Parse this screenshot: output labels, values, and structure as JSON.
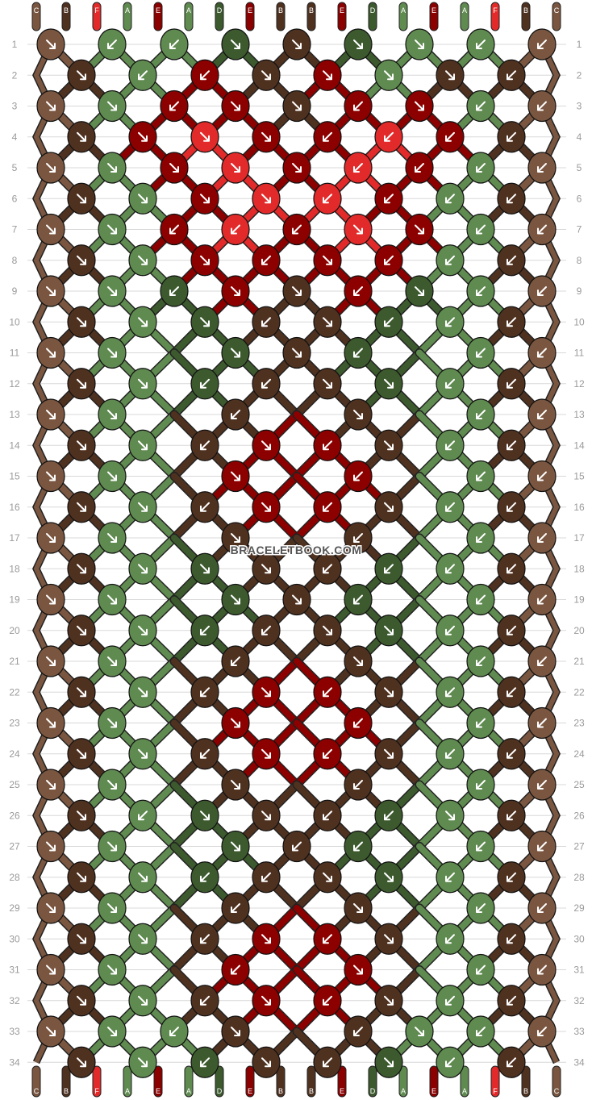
{
  "watermark": "BRACELETBOOK.COM",
  "colors": {
    "A": "#5f8a50",
    "B": "#4f3120",
    "C": "#7a5640",
    "D": "#3c5a2e",
    "E": "#8c0000",
    "F": "#e22a2a"
  },
  "strands_top": [
    "C",
    "B",
    "F",
    "A",
    "E",
    "A",
    "D",
    "E",
    "B",
    "B",
    "E",
    "D",
    "A",
    "E",
    "A",
    "F",
    "B",
    "C"
  ],
  "strands_bottom": [
    "C",
    "B",
    "F",
    "A",
    "E",
    "A",
    "D",
    "E",
    "B",
    "B",
    "E",
    "D",
    "A",
    "E",
    "A",
    "F",
    "B",
    "C"
  ],
  "row_numbers": [
    "1",
    "2",
    "3",
    "4",
    "5",
    "6",
    "7",
    "8",
    "9",
    "10",
    "11",
    "12",
    "13",
    "14",
    "15",
    "16",
    "17",
    "18",
    "19",
    "20",
    "21",
    "22",
    "23",
    "24",
    "25",
    "26",
    "27",
    "28",
    "29",
    "30",
    "31",
    "32",
    "33",
    "34"
  ],
  "knot_rows": [
    [
      "C",
      "A",
      "A",
      "D",
      "B",
      "D",
      "A",
      "A",
      "C"
    ],
    [
      "B",
      "A",
      "E",
      "B",
      "E",
      "A",
      "B",
      "B"
    ],
    [
      "C",
      "A",
      "E",
      "E",
      "B",
      "E",
      "E",
      "A",
      "C"
    ],
    [
      "B",
      "E",
      "F",
      "E",
      "E",
      "F",
      "E",
      "B"
    ],
    [
      "C",
      "A",
      "E",
      "F",
      "E",
      "F",
      "E",
      "A",
      "C"
    ],
    [
      "B",
      "A",
      "E",
      "F",
      "F",
      "E",
      "A",
      "B"
    ],
    [
      "C",
      "A",
      "E",
      "F",
      "E",
      "F",
      "E",
      "A",
      "C"
    ],
    [
      "B",
      "A",
      "E",
      "E",
      "E",
      "E",
      "A",
      "B"
    ],
    [
      "C",
      "A",
      "D",
      "E",
      "B",
      "E",
      "D",
      "A",
      "C"
    ],
    [
      "B",
      "A",
      "D",
      "B",
      "B",
      "D",
      "A",
      "B"
    ],
    [
      "C",
      "A",
      "_",
      "D",
      "B",
      "D",
      "_",
      "A",
      "C"
    ],
    [
      "B",
      "A",
      "D",
      "B",
      "B",
      "D",
      "A",
      "B"
    ],
    [
      "C",
      "A",
      "_",
      "B",
      "_",
      "B",
      "_",
      "A",
      "C"
    ],
    [
      "B",
      "A",
      "B",
      "E",
      "E",
      "B",
      "A",
      "B"
    ],
    [
      "C",
      "A",
      "_",
      "E",
      "_",
      "E",
      "_",
      "A",
      "C"
    ],
    [
      "B",
      "A",
      "B",
      "E",
      "E",
      "B",
      "A",
      "B"
    ],
    [
      "C",
      "A",
      "_",
      "B",
      "_",
      "B",
      "_",
      "A",
      "C"
    ],
    [
      "B",
      "A",
      "D",
      "B",
      "B",
      "D",
      "A",
      "B"
    ],
    [
      "C",
      "A",
      "_",
      "D",
      "B",
      "D",
      "_",
      "A",
      "C"
    ],
    [
      "B",
      "A",
      "D",
      "B",
      "B",
      "D",
      "A",
      "B"
    ],
    [
      "C",
      "A",
      "_",
      "B",
      "_",
      "B",
      "_",
      "A",
      "C"
    ],
    [
      "B",
      "A",
      "B",
      "E",
      "E",
      "B",
      "A",
      "B"
    ],
    [
      "C",
      "A",
      "_",
      "E",
      "_",
      "E",
      "_",
      "A",
      "C"
    ],
    [
      "B",
      "A",
      "B",
      "E",
      "E",
      "B",
      "A",
      "B"
    ],
    [
      "C",
      "A",
      "_",
      "B",
      "_",
      "B",
      "_",
      "A",
      "C"
    ],
    [
      "B",
      "A",
      "D",
      "B",
      "B",
      "D",
      "A",
      "B"
    ],
    [
      "C",
      "A",
      "_",
      "D",
      "B",
      "D",
      "_",
      "A",
      "C"
    ],
    [
      "B",
      "A",
      "D",
      "B",
      "B",
      "D",
      "A",
      "B"
    ],
    [
      "C",
      "A",
      "_",
      "B",
      "_",
      "B",
      "_",
      "A",
      "C"
    ],
    [
      "B",
      "A",
      "B",
      "E",
      "E",
      "B",
      "A",
      "B"
    ],
    [
      "C",
      "A",
      "_",
      "E",
      "_",
      "E",
      "_",
      "A",
      "C"
    ],
    [
      "B",
      "A",
      "B",
      "E",
      "E",
      "B",
      "A",
      "B"
    ],
    [
      "C",
      "A",
      "A",
      "B",
      "_",
      "B",
      "A",
      "A",
      "C"
    ],
    [
      "B",
      "A",
      "D",
      "B",
      "B",
      "D",
      "A",
      "B"
    ]
  ],
  "knot_arrows": [
    [
      "dr",
      "dl",
      "dl",
      "dr",
      "dr",
      "dr",
      "dr",
      "dl",
      "dl"
    ],
    [
      "dr",
      "dl",
      "dl",
      "dr",
      "dr",
      "dr",
      "dr",
      "dl"
    ],
    [
      "dr",
      "dr",
      "dl",
      "dr",
      "dr",
      "dl",
      "dr",
      "dl",
      "dl"
    ],
    [
      "dr",
      "dr",
      "dr",
      "dr",
      "dl",
      "dl",
      "dl",
      "dl"
    ],
    [
      "dr",
      "dr",
      "dr",
      "dr",
      "dr",
      "dl",
      "dl",
      "dl",
      "dl"
    ],
    [
      "dr",
      "dr",
      "dr",
      "dr",
      "dl",
      "dl",
      "dl",
      "dl"
    ],
    [
      "dr",
      "dr",
      "dl",
      "dl",
      "dl",
      "dr",
      "dr",
      "dl",
      "dl"
    ],
    [
      "dr",
      "dr",
      "dr",
      "dl",
      "dr",
      "dl",
      "dl",
      "dl"
    ],
    [
      "dr",
      "dr",
      "dl",
      "dr",
      "dr",
      "dl",
      "dr",
      "dl",
      "dl"
    ],
    [
      "dr",
      "dr",
      "dr",
      "dl",
      "dr",
      "dl",
      "dl",
      "dl"
    ],
    [
      "dr",
      "dr",
      "_",
      "dr",
      "dr",
      "dl",
      "_",
      "dl",
      "dl"
    ],
    [
      "dr",
      "dr",
      "dl",
      "dl",
      "dr",
      "dr",
      "dl",
      "dl"
    ],
    [
      "dr",
      "dr",
      "_",
      "dl",
      "_",
      "dr",
      "_",
      "dl",
      "dl"
    ],
    [
      "dr",
      "dr",
      "dl",
      "dr",
      "dl",
      "dr",
      "dl",
      "dl"
    ],
    [
      "dr",
      "dr",
      "_",
      "dr",
      "_",
      "dl",
      "_",
      "dl",
      "dl"
    ],
    [
      "dr",
      "dr",
      "dl",
      "dr",
      "dl",
      "dr",
      "dl",
      "dl"
    ],
    [
      "dr",
      "dr",
      "_",
      "dr",
      "_",
      "dl",
      "_",
      "dl",
      "dl"
    ],
    [
      "dr",
      "dr",
      "dr",
      "dr",
      "dl",
      "dl",
      "dl",
      "dl"
    ],
    [
      "dr",
      "dr",
      "_",
      "dr",
      "dr",
      "dl",
      "_",
      "dl",
      "dl"
    ],
    [
      "dr",
      "dr",
      "dl",
      "dl",
      "dr",
      "dr",
      "dl",
      "dl"
    ],
    [
      "dr",
      "dr",
      "_",
      "dl",
      "_",
      "dr",
      "_",
      "dl",
      "dl"
    ],
    [
      "dr",
      "dr",
      "dl",
      "dr",
      "dl",
      "dr",
      "dl",
      "dl"
    ],
    [
      "dr",
      "dr",
      "_",
      "dr",
      "_",
      "dl",
      "_",
      "dl",
      "dl"
    ],
    [
      "dr",
      "dr",
      "dl",
      "dr",
      "dl",
      "dr",
      "dl",
      "dl"
    ],
    [
      "dr",
      "dr",
      "_",
      "dr",
      "_",
      "dl",
      "_",
      "dl",
      "dl"
    ],
    [
      "dr",
      "dl",
      "dr",
      "dr",
      "dl",
      "dl",
      "dr",
      "dl"
    ],
    [
      "dr",
      "dr",
      "_",
      "dr",
      "dl",
      "dl",
      "_",
      "dl",
      "dl"
    ],
    [
      "dr",
      "dr",
      "dl",
      "dl",
      "dr",
      "dr",
      "dl",
      "dl"
    ],
    [
      "dr",
      "dr",
      "_",
      "dl",
      "_",
      "dr",
      "_",
      "dl",
      "dl"
    ],
    [
      "dr",
      "dr",
      "dl",
      "dr",
      "dl",
      "dr",
      "dl",
      "dl"
    ],
    [
      "dr",
      "dr",
      "_",
      "dl",
      "_",
      "dr",
      "_",
      "dl",
      "dl"
    ],
    [
      "dr",
      "dr",
      "dl",
      "dr",
      "dl",
      "dr",
      "dl",
      "dl"
    ],
    [
      "dr",
      "dr",
      "dl",
      "dr",
      "_",
      "dl",
      "dr",
      "dl",
      "dl"
    ],
    [
      "dr",
      "dr",
      "dl",
      "dr",
      "dl",
      "dr",
      "dl",
      "dl"
    ]
  ]
}
